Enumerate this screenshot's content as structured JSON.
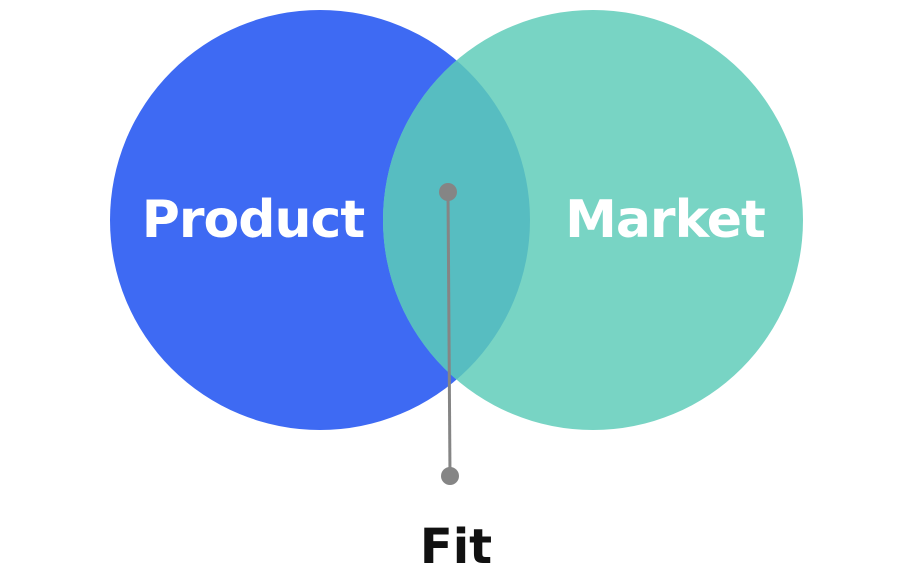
{
  "diagram": {
    "type": "venn",
    "sets": [
      {
        "label": "Product",
        "color": "#3e6af3"
      },
      {
        "label": "Market",
        "color": "#78d4c4"
      }
    ],
    "intersection": {
      "label": "Fit",
      "color": "#57bdc1"
    },
    "connector_color": "#858585"
  }
}
